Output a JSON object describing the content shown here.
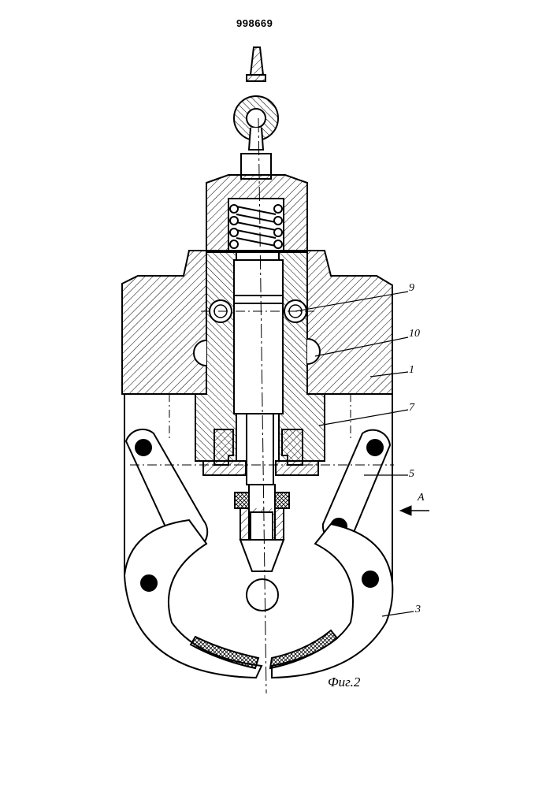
{
  "header": {
    "patent_number": "998669"
  },
  "callouts": {
    "c9": "9",
    "c10": "10",
    "c1": "1",
    "c7": "7",
    "c5": "5",
    "cA": "A",
    "c3": "3"
  },
  "caption": "Фиг.2"
}
